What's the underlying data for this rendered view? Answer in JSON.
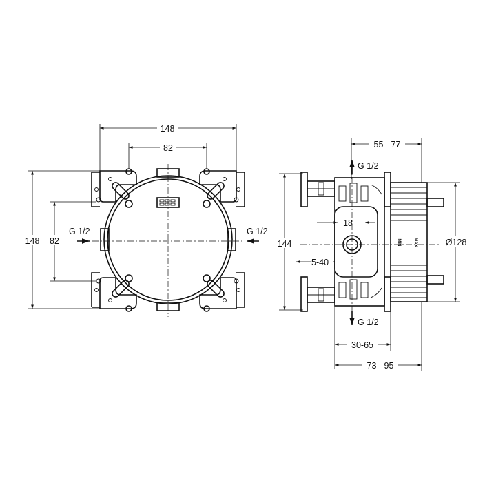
{
  "front_view": {
    "width_outer": "148",
    "width_holes": "82",
    "height_outer": "148",
    "height_holes": "82",
    "port_left": "G 1/2",
    "port_right": "G 1/2"
  },
  "side_view": {
    "depth_range_top": "55 - 77",
    "port_top": "G 1/2",
    "port_bottom": "G 1/2",
    "inner_width": "18",
    "offset": "5-40",
    "height": "144",
    "diameter": "Ø128",
    "scale_min": "MIN",
    "scale_max": "MAX",
    "depth_lower": "30-65",
    "depth_total": "73 - 95"
  }
}
